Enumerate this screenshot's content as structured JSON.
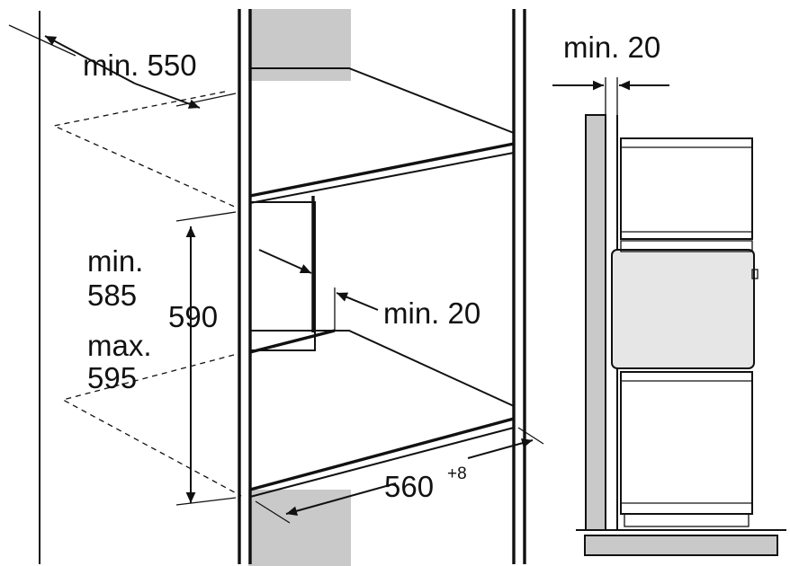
{
  "labels": {
    "depth_min": "min. 550",
    "height_min_line1": "min.",
    "height_min_line2": "585",
    "height_nominal": "590",
    "height_max_line1": "max.",
    "height_max_line2": "595",
    "gap_min": "min. 20",
    "width_base": "560",
    "width_tolerance": "+8",
    "side_gap_min": "min. 20"
  },
  "colors": {
    "line": "#111111",
    "panel_fill": "#c9c9c9",
    "appliance_fill": "#e6e6e6",
    "background": "#ffffff"
  }
}
